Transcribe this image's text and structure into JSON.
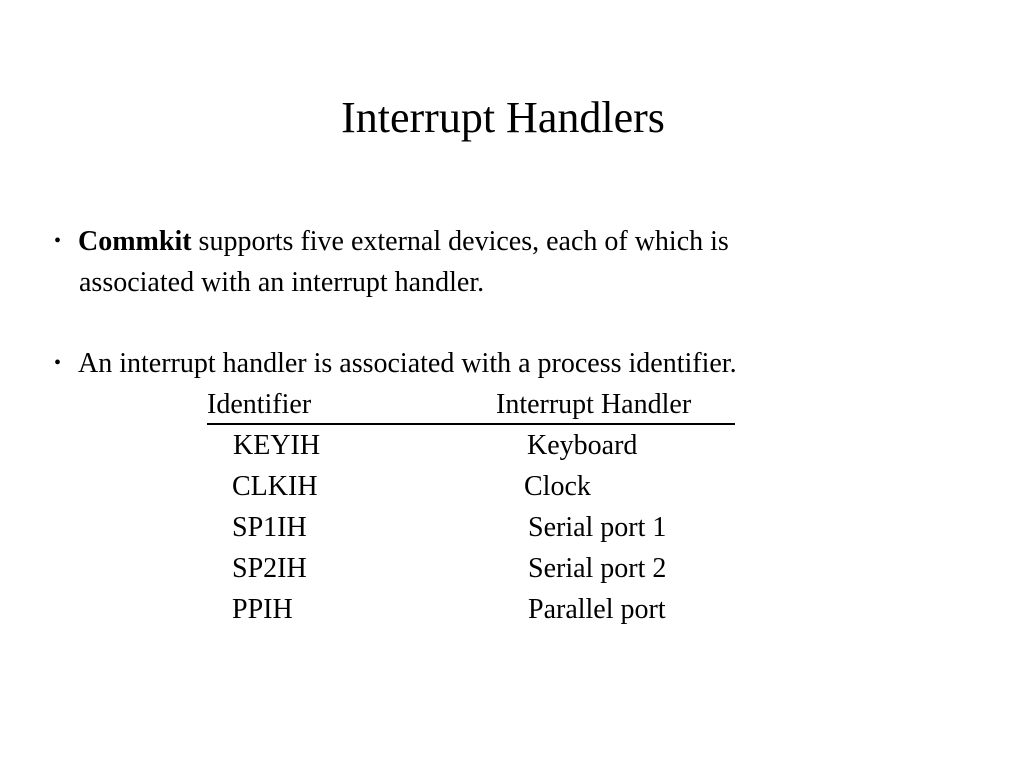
{
  "slide": {
    "title": "Interrupt Handlers",
    "bullets": [
      {
        "marker": "•",
        "bold": "Commkit",
        "line1_rest": " supports five external devices, each of which is",
        "line2": "associated with an interrupt handler."
      },
      {
        "marker": "•",
        "text": "An interrupt handler is associated with a process identifier."
      }
    ],
    "table": {
      "headers": [
        "Identifier",
        "Interrupt Handler"
      ],
      "rows": [
        [
          "KEYIH",
          "Keyboard"
        ],
        [
          "CLKIH",
          "Clock"
        ],
        [
          "SP1IH",
          "Serial port 1"
        ],
        [
          "SP2IH",
          "Serial port 2"
        ],
        [
          "PPIH",
          "Parallel port"
        ]
      ]
    }
  }
}
